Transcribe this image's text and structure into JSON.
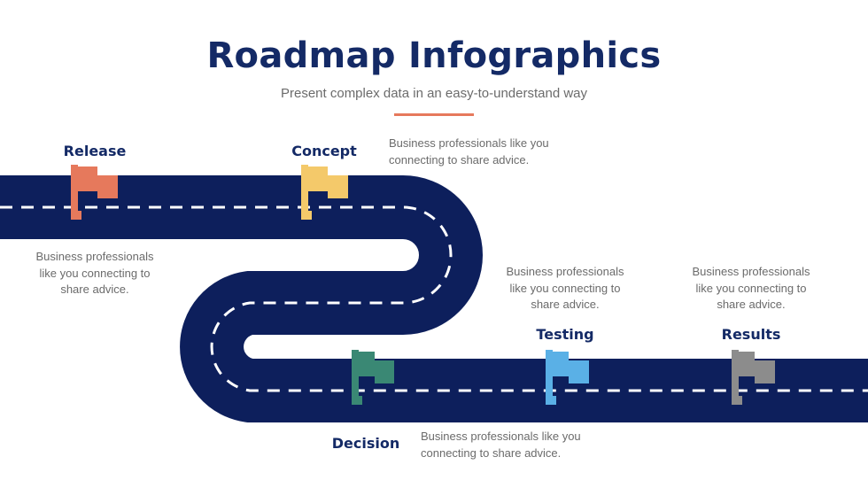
{
  "header": {
    "title": "Roadmap Infographics",
    "subtitle": "Present complex data in an easy-to-understand way"
  },
  "colors": {
    "road": "#0d1f5c",
    "dash": "#ffffff",
    "accent": "#e6795c"
  },
  "milestones": [
    {
      "label": "Release",
      "description": [
        "Business professionals",
        "like you connecting to",
        "share advice."
      ],
      "flag_color": "#e6795c"
    },
    {
      "label": "Concept",
      "description": [
        "Business professionals like you",
        "connecting to share advice."
      ],
      "flag_color": "#f4c96a"
    },
    {
      "label": "Decision",
      "description": [
        "Business professionals like you",
        "connecting to share advice."
      ],
      "flag_color": "#3a8874"
    },
    {
      "label": "Testing",
      "description": [
        "Business professionals",
        "like you connecting to",
        "share advice."
      ],
      "flag_color": "#5ab0e6"
    },
    {
      "label": "Results",
      "description": [
        "Business professionals",
        "like you connecting to",
        "share advice."
      ],
      "flag_color": "#8c8c8c"
    }
  ]
}
